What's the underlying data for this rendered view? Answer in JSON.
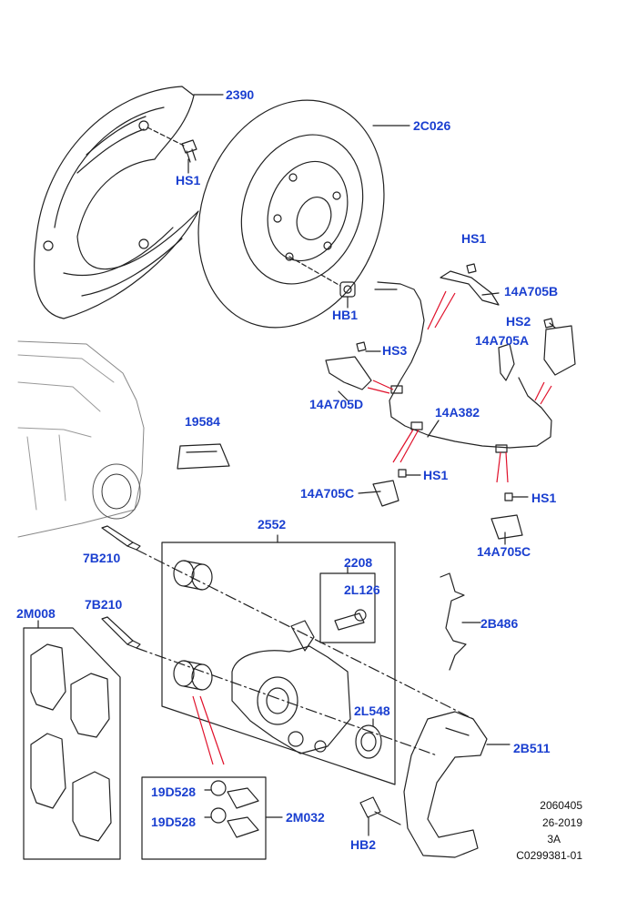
{
  "accent_color": "#1a3fd0",
  "line_color": "#222222",
  "highlight_color": "#e0102a",
  "labels": {
    "p2390": "2390",
    "p2C026": "2C026",
    "hs1_top": "HS1",
    "hb1": "HB1",
    "hs1_right": "HS1",
    "p14A705B": "14A705B",
    "hs2": "HS2",
    "p14A705A": "14A705A",
    "hs3": "HS3",
    "p14A705D": "14A705D",
    "p19584": "19584",
    "p14A382": "14A382",
    "hs1_mid": "HS1",
    "p14A705C_left": "14A705C",
    "hs1_low": "HS1",
    "p14A705C_right": "14A705C",
    "p2552": "2552",
    "p7B210_top": "7B210",
    "p2208": "2208",
    "p2L126": "2L126",
    "p2M008": "2M008",
    "p7B210_mid": "7B210",
    "p2B486": "2B486",
    "p2L548": "2L548",
    "p2B511": "2B511",
    "p19D528_top": "19D528",
    "p19D528_bottom": "19D528",
    "p2M032": "2M032",
    "hb2": "HB2"
  },
  "document_info": {
    "code": "2060405",
    "date": "26-2019",
    "revision": "3A",
    "reference": "C0299381-01"
  }
}
